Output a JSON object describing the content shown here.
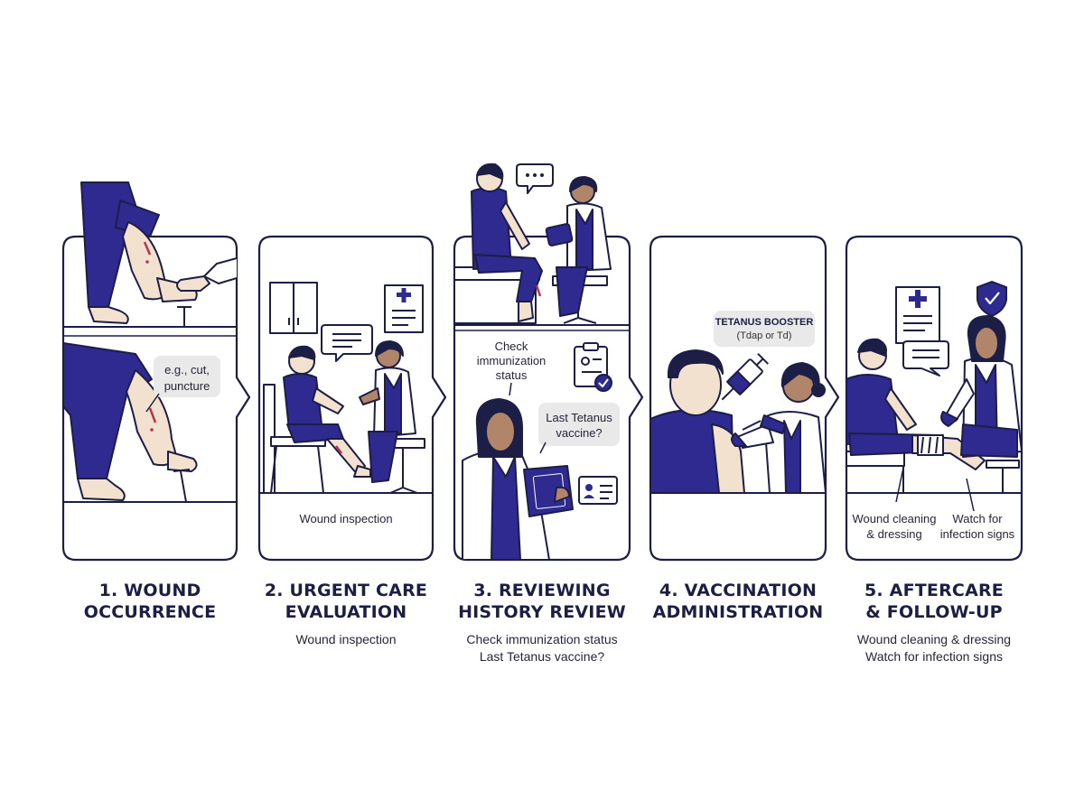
{
  "colors": {
    "primary": "#2e2a8f",
    "outline": "#1c1e45",
    "skin_light": "#f3e1cf",
    "skin_dark": "#b0856a",
    "bubble": "#e9e9ea",
    "wound": "#b8344e"
  },
  "steps": [
    {
      "title_line1": "1. WOUND",
      "title_line2": "OCCURRENCE",
      "panel_labels": [
        "e.g., cut,",
        "puncture"
      ],
      "caption_lines": []
    },
    {
      "title_line1": "2. URGENT CARE",
      "title_line2": "EVALUATION",
      "panel_labels": [
        "Wound inspection"
      ],
      "caption_lines": [
        "Wound inspection"
      ]
    },
    {
      "title_line1": "3. REVIEWING",
      "title_line2": "HISTORY REVIEW",
      "panel_labels": [
        "Check",
        "immunization",
        "status",
        "Last Tetanus",
        "vaccine?"
      ],
      "caption_lines": [
        "Check immunization status",
        "Last Tetanus vaccine?"
      ]
    },
    {
      "title_line1": "4. VACCINATION",
      "title_line2": "ADMINISTRATION",
      "panel_labels": [
        "TETANUS BOOSTER",
        "(Tdap or Td)"
      ],
      "caption_lines": []
    },
    {
      "title_line1": "5. AFTERCARE",
      "title_line2": "& FOLLOW-UP",
      "panel_labels": [
        "Wound cleaning",
        "& dressing",
        "Watch for",
        "infection signs"
      ],
      "caption_lines": [
        "Wound cleaning & dressing",
        "Watch for infection signs"
      ]
    }
  ],
  "icons": [
    "document-plus-icon",
    "chat-bubble-icon",
    "clipboard-check-icon",
    "id-card-icon",
    "tablet-icon",
    "syringe-icon",
    "shield-check-icon",
    "cabinet-icon",
    "nail-icon"
  ]
}
